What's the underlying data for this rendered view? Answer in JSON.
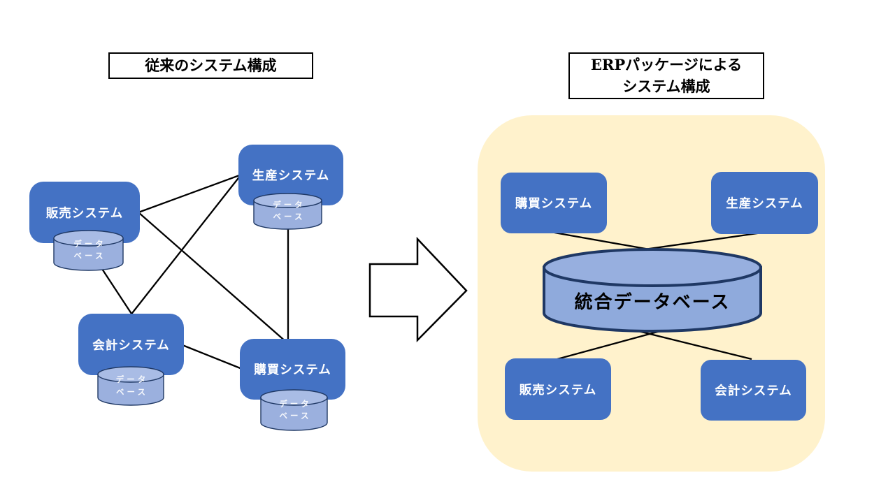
{
  "left_diagram": {
    "title": "従来のシステム構成",
    "systems": [
      {
        "label": "販売システム",
        "db": [
          "データ",
          "ベース"
        ]
      },
      {
        "label": "生産システム",
        "db": [
          "データ",
          "ベース"
        ]
      },
      {
        "label": "会計システム",
        "db": [
          "データ",
          "ベース"
        ]
      },
      {
        "label": "購買システム",
        "db": [
          "データ",
          "ベース"
        ]
      }
    ]
  },
  "right_diagram": {
    "title_lines": [
      "ERPパッケージによる",
      "システム構成"
    ],
    "systems": [
      {
        "label": "購買システム"
      },
      {
        "label": "生産システム"
      },
      {
        "label": "販売システム"
      },
      {
        "label": "会計システム"
      }
    ],
    "database_label": "統合データベース"
  },
  "colors": {
    "system_box_blue": "#4472C4",
    "small_cylinder_fill": "#9BB0DE",
    "small_cylinder_top": "#A9BCE5",
    "small_cylinder_outline": "#1F3864",
    "big_cylinder_fill": "#8FAADC",
    "big_cylinder_top": "#97AFDF",
    "big_cylinder_outline": "#1F3864",
    "erp_panel_cream": "#FFF2CC",
    "connector_line": "#000000",
    "arrow_fill": "#FFFFFF",
    "arrow_outline": "#000000"
  }
}
